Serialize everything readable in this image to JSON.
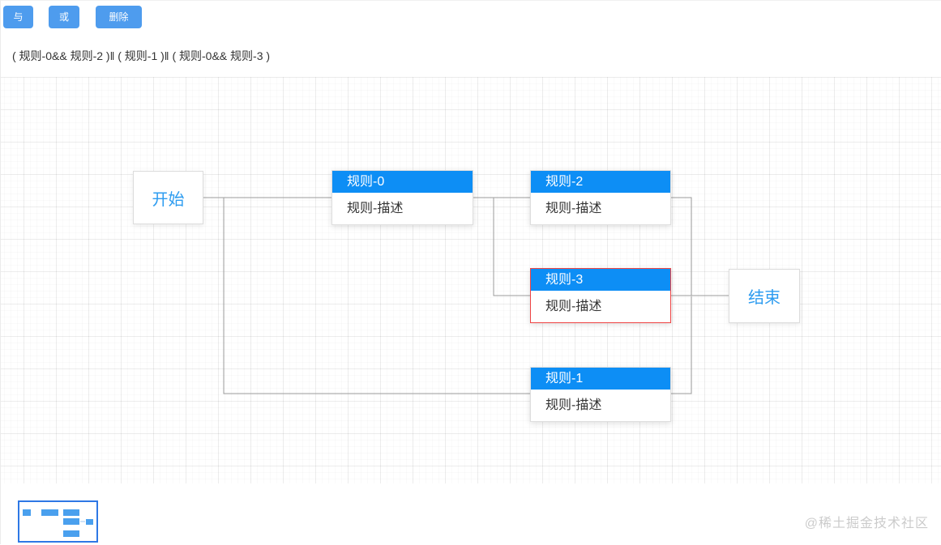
{
  "toolbar": {
    "and_label": "与",
    "or_label": "或",
    "delete_label": "删除"
  },
  "expression": "( 规则-0&& 规则-2 )‖ ( 规则-1 )‖ ( 规则-0&& 规则-3 )",
  "canvas": {
    "nodes": {
      "start": {
        "label": "开始",
        "type": "start"
      },
      "end": {
        "label": "结束",
        "type": "end"
      },
      "rule0": {
        "title": "规则-0",
        "desc": "规则-描述",
        "state": "normal"
      },
      "rule1": {
        "title": "规则-1",
        "desc": "规则-描述",
        "state": "normal"
      },
      "rule2": {
        "title": "规则-2",
        "desc": "规则-描述",
        "state": "normal"
      },
      "rule3": {
        "title": "规则-3",
        "desc": "规则-描述",
        "state": "error-red-border"
      }
    },
    "edges": [
      {
        "from": "开始",
        "to": "规则-0"
      },
      {
        "from": "开始",
        "to": "规则-1"
      },
      {
        "from": "规则-0",
        "to": "规则-2"
      },
      {
        "from": "规则-0",
        "to": "规则-3"
      },
      {
        "from": "规则-2",
        "to": "结束"
      },
      {
        "from": "规则-3",
        "to": "结束"
      },
      {
        "from": "规则-1",
        "to": "结束"
      }
    ]
  },
  "minimap": {
    "nodes": [
      "start",
      "rule0",
      "rule2",
      "rule3",
      "rule1",
      "end"
    ]
  },
  "watermark": "@稀土掘金技术社区",
  "colors": {
    "button_blue": "#4e9cee",
    "node_header_blue": "#0d8ef5",
    "start_end_text_blue": "#2d9cf0",
    "edge_gray": "#9b9b9b",
    "error_red": "#ef4444",
    "minimap_border_blue": "#2e78e5",
    "minimap_fill_blue": "#4aa0ee",
    "watermark_gray": "#cbcbcb",
    "text_dark": "#333333"
  }
}
